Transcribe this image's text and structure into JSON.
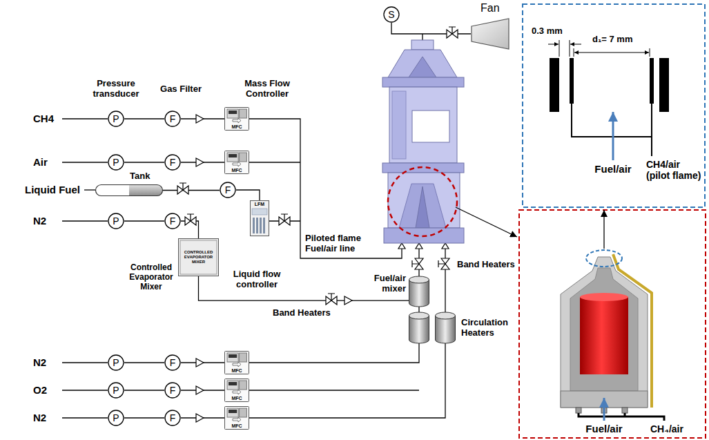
{
  "diagram": {
    "nodes": [
      {
        "text": [
          "S"
        ]
      },
      {
        "text": [
          "Fan"
        ]
      },
      {
        "text": [
          "P"
        ]
      },
      {
        "text": [
          "F"
        ]
      },
      {
        "text": [
          "MFC"
        ]
      },
      {
        "text": [
          "P"
        ]
      },
      {
        "text": [
          "F"
        ]
      },
      {
        "text": [
          "MFC"
        ]
      },
      {
        "text": [
          "Tank"
        ]
      },
      {
        "text": [
          "F"
        ]
      },
      {
        "text": [
          "P"
        ]
      },
      {
        "text": [
          "F"
        ]
      },
      {
        "text": [
          "LFM"
        ]
      },
      {
        "text": [
          "CONTROLLED EVAPORATOR MIXER",
          "Controlled Evaporator Mixer"
        ]
      },
      {
        "text": [
          "Fuel/air mixer"
        ]
      },
      {
        "text": [
          "Circulation Heaters"
        ]
      },
      {
        "text": [
          "P"
        ]
      },
      {
        "text": [
          "F"
        ]
      },
      {
        "text": [
          "MFC"
        ]
      },
      {
        "text": [
          "P"
        ]
      },
      {
        "text": [
          "F"
        ]
      },
      {
        "text": [
          "MFC"
        ]
      },
      {
        "text": [
          "P"
        ]
      },
      {
        "text": [
          "F"
        ]
      },
      {
        "text": [
          "MFC"
        ]
      }
    ],
    "edges": [
      {
        "from": 0,
        "to": 1,
        "arrow": "none"
      },
      {
        "from": 2,
        "to": 3,
        "arrow": "none"
      },
      {
        "from": 3,
        "to": 4,
        "arrow": "none"
      },
      {
        "from": 5,
        "to": 6,
        "arrow": "none"
      },
      {
        "from": 6,
        "to": 7,
        "arrow": "none"
      },
      {
        "from": 8,
        "to": 9,
        "arrow": "none"
      },
      {
        "from": 9,
        "to": 12,
        "arrow": "none"
      },
      {
        "from": 10,
        "to": 11,
        "arrow": "none"
      },
      {
        "from": 11,
        "to": 13,
        "arrow": "none"
      },
      {
        "from": 13,
        "to": 14,
        "arrow": "none"
      },
      {
        "from": 16,
        "to": 17,
        "arrow": "none"
      },
      {
        "from": 17,
        "to": 18,
        "arrow": "none"
      },
      {
        "from": 19,
        "to": 20,
        "arrow": "none"
      },
      {
        "from": 20,
        "to": 21,
        "arrow": "none"
      },
      {
        "from": 22,
        "to": 23,
        "arrow": "none"
      },
      {
        "from": 23,
        "to": 24,
        "arrow": "none"
      },
      {
        "from": 24,
        "to": 15,
        "arrow": "none"
      }
    ],
    "labels": [
      "0.3 mm",
      "d₁= 7 mm",
      "Pressure transducer",
      "Gas Filter",
      "Mass Flow Controller",
      "CH4",
      "Air",
      "Liquid Fuel",
      "CH4/air (pilot flame)",
      "Fuel/air",
      "N2",
      "Piloted flame Fuel/air line",
      "Band Heaters",
      "Liquid flow controller",
      "Band Heaters",
      "N2",
      "O2",
      "N2",
      "Fuel/air",
      "CH₄/air"
    ]
  }
}
